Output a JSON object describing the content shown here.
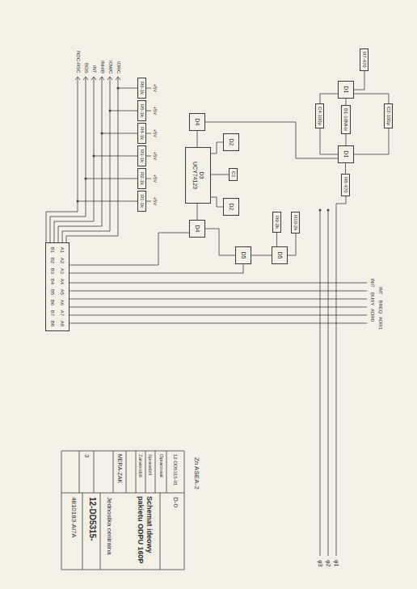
{
  "diagram": {
    "title": "Schemat ideowy pakietu ODPU 160P",
    "nodes": [
      {
        "text": [
          "R7-470"
        ]
      },
      {
        "text": [
          "D1"
        ]
      },
      {
        "text": [
          "B1-10MHz"
        ]
      },
      {
        "text": [
          "C2-100p"
        ]
      },
      {
        "text": [
          "D1"
        ]
      },
      {
        "text": [
          "R8-470"
        ]
      },
      {
        "text": [
          "C4-100p"
        ]
      },
      {
        "text": [
          "D4"
        ]
      },
      {
        "text": [
          "D3",
          "UCY74123"
        ]
      },
      {
        "text": [
          "D4"
        ]
      },
      {
        "text": [
          "C1"
        ]
      },
      {
        "text": [
          "D2"
        ]
      },
      {
        "text": [
          "D2"
        ]
      },
      {
        "text": [
          "R9-2k"
        ]
      },
      {
        "text": [
          "D5"
        ]
      },
      {
        "text": [
          "D5"
        ]
      },
      {
        "text": [
          "R10-2k"
        ]
      },
      {
        "text": [
          "R6-1k"
        ]
      },
      {
        "text": [
          "R5-1k"
        ]
      },
      {
        "text": [
          "R4-1k"
        ]
      },
      {
        "text": [
          "R3-1k"
        ]
      },
      {
        "text": [
          "R2-1k"
        ]
      },
      {
        "text": [
          "R1-1k"
        ]
      },
      {
        "text": [
          "A1",
          "A2",
          "A3",
          "A4",
          "A5",
          "A6",
          "A7",
          "A8",
          "B1",
          "B2",
          "B3",
          "B4",
          "B5",
          "B6",
          "B7",
          "B8"
        ]
      }
    ],
    "edges": [
      {
        "from": 0,
        "to": 1,
        "arrow": "none"
      },
      {
        "from": 1,
        "to": 2,
        "arrow": "none"
      },
      {
        "from": 2,
        "to": 4,
        "arrow": "none"
      },
      {
        "from": 1,
        "to": 3,
        "arrow": "none"
      },
      {
        "from": 3,
        "to": 4,
        "arrow": "none"
      },
      {
        "from": 5,
        "to": 4,
        "arrow": "none"
      },
      {
        "from": 1,
        "to": 6,
        "arrow": "none"
      },
      {
        "from": 6,
        "to": 4,
        "arrow": "none"
      },
      {
        "from": 4,
        "to": 7,
        "arrow": "none"
      },
      {
        "from": 7,
        "to": 8,
        "arrow": "none"
      },
      {
        "from": 8,
        "to": 9,
        "arrow": "none"
      },
      {
        "from": 11,
        "to": 8,
        "arrow": "none"
      },
      {
        "from": 12,
        "to": 8,
        "arrow": "none"
      },
      {
        "from": 10,
        "to": 8,
        "arrow": "none"
      },
      {
        "from": 9,
        "to": 15,
        "arrow": "none"
      },
      {
        "from": 15,
        "to": 14,
        "arrow": "none"
      },
      {
        "from": 13,
        "to": 14,
        "arrow": "none"
      },
      {
        "from": 16,
        "to": 14,
        "arrow": "none"
      },
      {
        "from": 15,
        "to": 23,
        "arrow": "none"
      },
      {
        "from": 9,
        "to": 23,
        "arrow": "none"
      }
    ],
    "labels": [
      "+5V",
      "+5V",
      "+5V",
      "+5V",
      "+5V",
      "+5V",
      "IORC",
      "IOWC",
      "INHIB",
      "INT",
      "BOS",
      "NDC-RSC",
      "INIT",
      "INT",
      "BUSY",
      "BREQ",
      "ADR0",
      "ADR1",
      "φ1",
      "φ2",
      "φ3",
      "Zn ASEA-2",
      "Jednostka centralna",
      "12-DD5315-",
      "4810183-Al7A",
      "12-DD5315-01",
      "D-0",
      "Opracował",
      "Sprawdził",
      "Zatwierdził",
      "MERA-ZAK",
      "3"
    ]
  }
}
